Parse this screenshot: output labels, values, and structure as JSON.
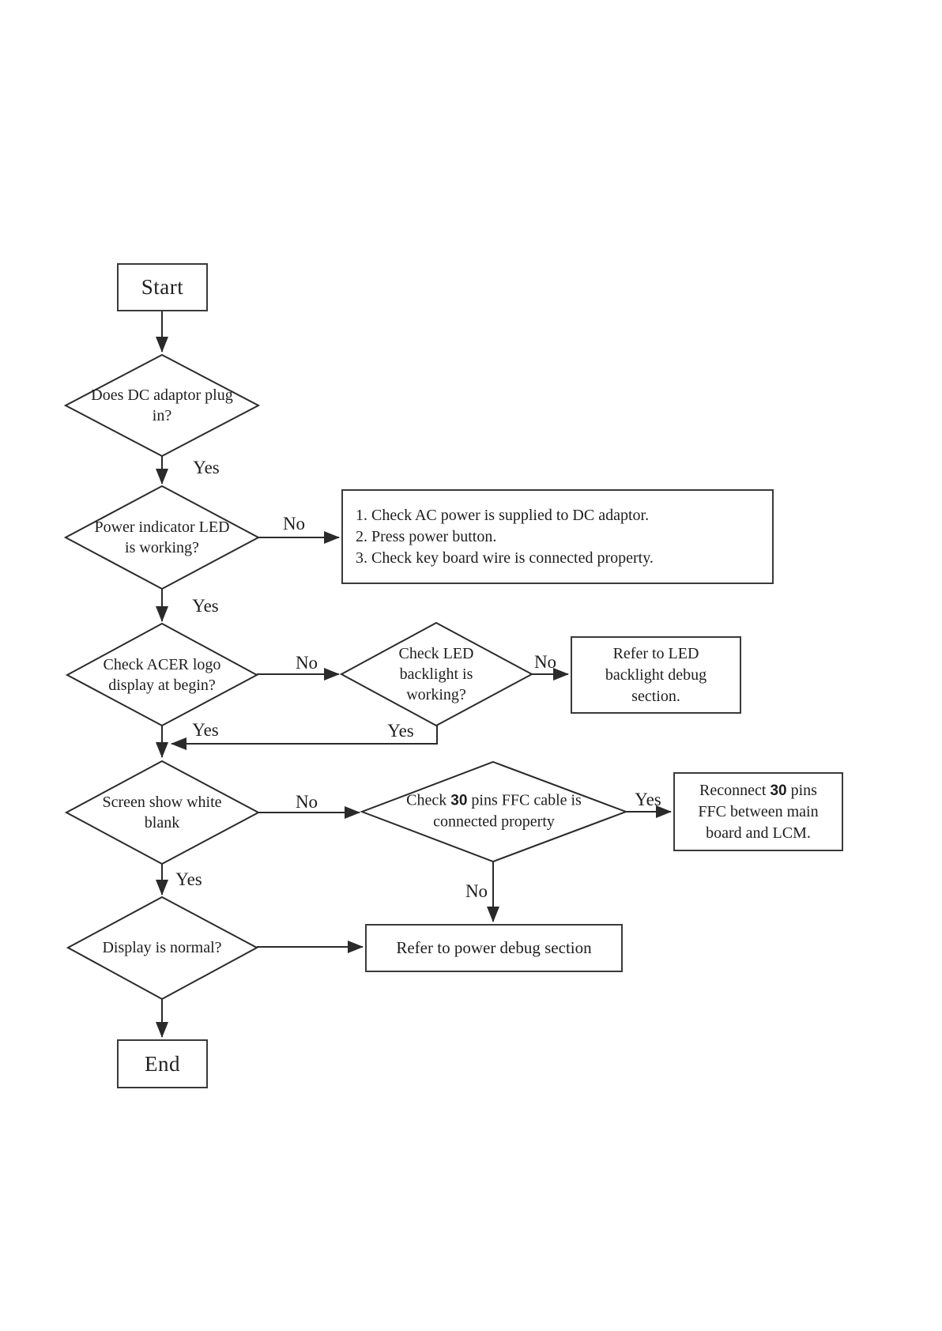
{
  "colors": {
    "line": "#2a2a2a",
    "border": "#3a3a3a",
    "text": "#1e1e1e",
    "background": "#ffffff"
  },
  "nodes": {
    "start": {
      "label": "Start"
    },
    "dc_adaptor": {
      "label": "Does DC adaptor plug in?"
    },
    "power_led": {
      "label": "Power indicator LED is working?"
    },
    "ac_power_steps": {
      "lines": [
        "1. Check AC power is supplied to DC adaptor.",
        "2. Press power button.",
        "3. Check key board wire is connected property."
      ]
    },
    "acer_logo": {
      "label": "Check ACER logo display at begin?"
    },
    "led_backlight": {
      "label": "Check LED backlight is working?"
    },
    "backlight_debug": {
      "label": "Refer to LED backlight debug section."
    },
    "screen_white": {
      "label": "Screen show white blank"
    },
    "ffc_cable": {
      "prefix": "Check ",
      "emph": "30",
      "suffix": " pins FFC cable is connected property"
    },
    "reconnect_ffc": {
      "prefix": "Reconnect ",
      "emph": "30",
      "suffix": " pins FFC between main board and LCM."
    },
    "power_debug": {
      "label": "Refer to power debug section"
    },
    "display_normal": {
      "label": "Display is normal?"
    },
    "end": {
      "label": "End"
    }
  },
  "edge_labels": {
    "adaptor_yes": "Yes",
    "power_led_no": "No",
    "power_led_yes": "Yes",
    "acer_logo_no": "No",
    "acer_logo_yes": "Yes",
    "led_backlight_no": "No",
    "led_backlight_yes": "Yes",
    "screen_white_no": "No",
    "screen_white_yes": "Yes",
    "ffc_cable_yes": "Yes",
    "ffc_cable_no": "No"
  }
}
